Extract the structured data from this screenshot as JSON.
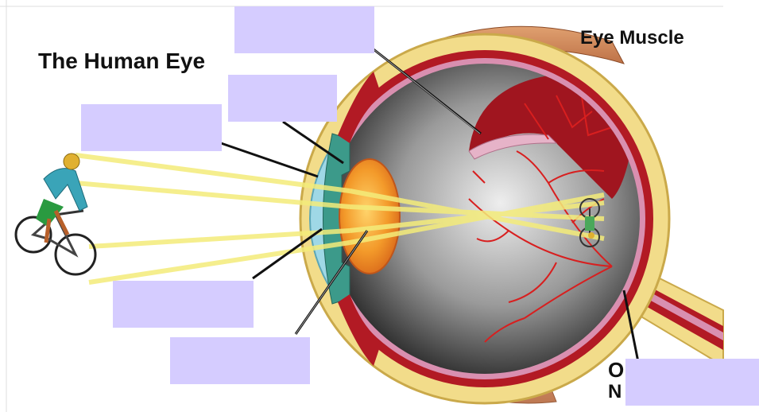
{
  "title": "The Human Eye",
  "labels": {
    "eye_muscle": "Eye Muscle",
    "optic_nerve_line1_partial": "O",
    "optic_nerve_line2_partial": "N"
  },
  "answer_boxes": [
    {
      "id": "box-top-center",
      "value": ""
    },
    {
      "id": "box-upper-middle",
      "value": ""
    },
    {
      "id": "box-left",
      "value": ""
    },
    {
      "id": "box-lower-left",
      "value": ""
    },
    {
      "id": "box-bottom-center",
      "value": ""
    },
    {
      "id": "box-bottom-right",
      "value": ""
    }
  ],
  "colors": {
    "label_box": "#d5ccff",
    "light_rays": "#f4ec7a",
    "sclera": "#f2dc8a",
    "choroid": "#b21a24",
    "retina": "#d98fb0",
    "lens": "#f39a2a",
    "cornea": "#9fd8e6",
    "vitreous_dark": "#2d2d2d",
    "blood_vessels": "#d81f1f"
  },
  "icons": [
    "cyclist-icon",
    "inverted-image-icon"
  ]
}
